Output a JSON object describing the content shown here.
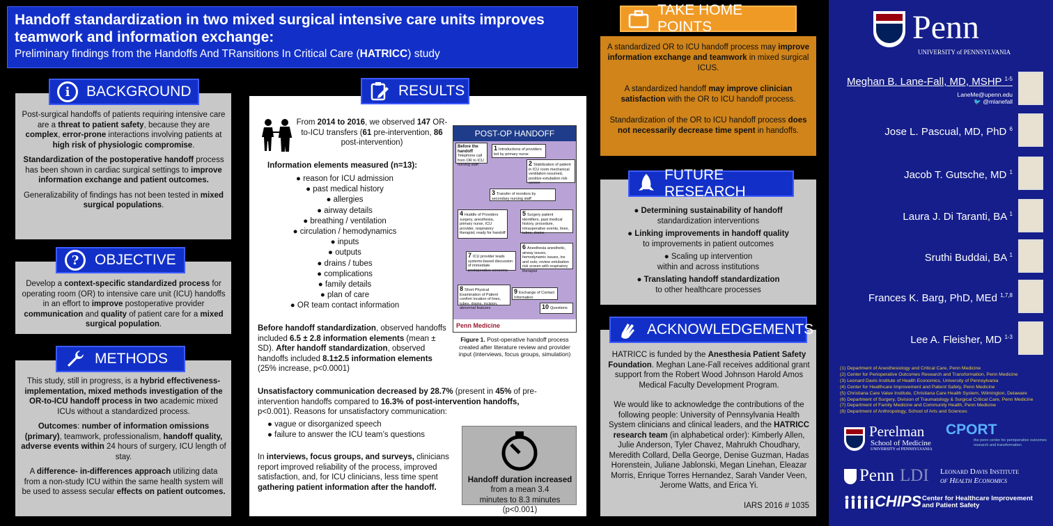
{
  "title": {
    "line": "Handoff standardization in two mixed surgical intensive care units improves teamwork and information exchange:",
    "subtitle_pre": "Preliminary findings from the Handoffs And TRansitions In Critical Care (",
    "subtitle_bold": "HATRICC",
    "subtitle_post": ") study"
  },
  "background": {
    "heading": "BACKGROUND",
    "p1_a": "Post-surgical handoffs of patients requiring intensive care are a ",
    "p1_b": "threat to patient safety",
    "p1_c": ", because they are ",
    "p1_d": "complex",
    "p1_e": ", ",
    "p1_f": "error-prone",
    "p1_g": " interactions involving patients at ",
    "p1_h": "high risk of physiologic compromise",
    "p1_i": ".",
    "p2_a": "Standardization of the postoperative handoff",
    "p2_b": " process has been shown in cardiac surgical settings to ",
    "p2_c": "improve information exchange and patient outcomes.",
    "p3_a": "Generalizability of findings has not been tested in ",
    "p3_b": "mixed surgical populations",
    "p3_c": "."
  },
  "objective": {
    "heading": "OBJECTIVE",
    "a": "Develop a ",
    "b": "context-specific standardized process",
    "c": " for operating room (OR) to intensive care unit (ICU) handoffs in an effort to ",
    "d": "improve",
    "e": " postoperative provider ",
    "f": "communication",
    "g": " and ",
    "h": "quality",
    "i": " of patient care for a ",
    "j": "mixed surgical population",
    "k": "."
  },
  "methods": {
    "heading": "METHODS",
    "p1_a": "This study, still in progress, is a ",
    "p1_b": "hybrid effectiveness-implementation, mixed methods investigation of the OR-to-ICU handoff process in two",
    "p1_c": " academic mixed ICUs without a standardized process.",
    "p2_a": "Outcomes",
    "p2_b": ": ",
    "p2_c": "number of information omissions (primary)",
    "p2_d": ", teamwork, professionalism, ",
    "p2_e": "handoff quality, adverse events within",
    "p2_f": " 24 hours of surgery, ICU length of stay.",
    "p3_a": "A ",
    "p3_b": "difference- in-differences approach",
    "p3_c": " utilizing data from a non-study ICU within the same health system will be used to assess secular ",
    "p3_d": "effects on patient outcomes."
  },
  "results": {
    "heading": "RESULTS",
    "intro_a": "From ",
    "intro_b": "2014 to 2016",
    "intro_c": ", we observed ",
    "intro_d": "147",
    "intro_e": " OR-to-ICU transfers (",
    "intro_f": "61",
    "intro_g": " pre-intervention, ",
    "intro_h": "86",
    "intro_i": " post-intervention)",
    "info_heading": "Information elements measured (n=13):",
    "info_items": [
      "reason for ICU admission",
      "past medical history",
      "allergies",
      "airway details",
      "breathing / ventilation",
      "circulation / hemodynamics",
      "inputs",
      "outputs",
      "drains / tubes",
      "complications",
      "family details",
      "plan of care",
      "OR team contact information"
    ],
    "before_a": "Before handoff standardization",
    "before_b": ", observed handoffs included ",
    "before_c": "6.5 ± 2.8 information elements",
    "before_d": " (mean ± SD). ",
    "before_e": "After handoff standardization",
    "before_f": ", observed handoffs included ",
    "before_g": "8.1±2.5  information elements",
    "before_h": " (25% increase, p<0.0001)",
    "unsat_a": "Unsatisfactory communication decreased by 28.7%",
    "unsat_b": " (present in ",
    "unsat_c": "45%",
    "unsat_d": " of pre-intervention handoffs compared to ",
    "unsat_e": "16.3% of post-intervention handoffs,",
    "unsat_f": " p<0.001). Reasons for unsatisfactory communication:",
    "reasons": [
      "vague or disorganized speech",
      "failure to answer the ICU team’s questions"
    ],
    "interviews_a": "In ",
    "interviews_b": "interviews, focus groups, and surveys,",
    "interviews_c": " clinicians report improved reliability of the process, improved satisfaction, and, for ICU clinicians, less time spent ",
    "interviews_d": "gathering patient information after the handoff.",
    "duration_title": "Handoff duration increased",
    "duration_text": "from a mean 3.4 minutes to 8.3 minutes (p<0.001)",
    "figure_caption_a": "Figure 1.",
    "figure_caption_b": " Post-operative handoff process created after literature review and provider input (interviews, focus groups, simulation)"
  },
  "flow": {
    "title": "POST-OP HANDOFF PROCESS",
    "before": "Before the handoff",
    "before_sub": "Telephone call from OR to ICU nursing staff",
    "steps": [
      {
        "n": "1",
        "t": "Introductions of providers led by primary nurse"
      },
      {
        "n": "2",
        "t": "Stabilization of patient in ICU room mechanical ventilation resumed, positive extubation risk screen"
      },
      {
        "n": "3",
        "t": "Transfer of monitors by secondary nursing staff"
      },
      {
        "n": "4",
        "t": "Huddle of Providers surgery, anesthesia, primary nurse, ICU provider, respiratory therapist; ready for handoff"
      },
      {
        "n": "5",
        "t": "Surgery patient identifiers, past medical history, procedure, intraoperative events, lines, tubes, drains"
      },
      {
        "n": "6",
        "t": "Anesthesia anesthetic, airway issues, hemodynamic issues, ins and outs; review extubation risk screen with respiratory therapist"
      },
      {
        "n": "7",
        "t": "ICU provider leads systems-based discussion of immediate postoperative concerns"
      },
      {
        "n": "8",
        "t": "Short Physical Examination of Patient confirm location of lines, tubes, drains, incision, abnormal features"
      },
      {
        "n": "9",
        "t": "Exchange of Contact Information"
      },
      {
        "n": "10",
        "t": "Questions"
      }
    ],
    "footer": "Penn Medicine"
  },
  "take_home": {
    "heading": "TAKE HOME POINTS",
    "p1_a": "A standardized OR to ICU handoff process may ",
    "p1_b": "improve information exchange and teamwork",
    "p1_c": " in mixed surgical ICUS.",
    "p2_a": "A standardized handoff ",
    "p2_b": "may improve clinician satisfaction",
    "p2_c": " with the OR to ICU handoff process.",
    "p3_a": "Standardization of the OR to ICU handoff process ",
    "p3_b": "does not necessarily decrease time spent",
    "p3_c": " in handoffs."
  },
  "future": {
    "heading": "FUTURE RESEARCH",
    "items": [
      {
        "bold": "Determining sustainability of handoff",
        "rest": "standardization interventions",
        "lead": "● "
      },
      {
        "bold": "Linking improvements in handoff quality",
        "rest": "to improvements in patient outcomes",
        "lead": "● "
      },
      {
        "bold": "",
        "rest": "Scaling up intervention within and across institutions",
        "lead": "● "
      },
      {
        "bold": "Translating handoff standardization",
        "rest": "to other healthcare processes",
        "lead": "● "
      }
    ]
  },
  "ack": {
    "heading": "ACKNOWLEDGEMENTS",
    "p1_a": "HATRICC is funded by the ",
    "p1_b": "Anesthesia Patient Safety Foundation",
    "p1_c": ".  Meghan Lane-Fall receives additional grant support from the Robert Wood Johnson Harold Amos Medical Faculty Development Program.",
    "p2_a": "We would like to acknowledge the contributions of the following people: University of Pennsylvania Health System clinicians and clinical leaders, and the ",
    "p2_b": "HATRICC research team",
    "p2_c": " (in alphabetical order): Kimberly Allen, Julie Anderson, Tyler Chavez, Mahrukh Choudhary, Meredith Collard, Della George, Denise Guzman, Hadas Horenstein, Juliane Jablonski, Megan Linehan, Eleazar Morris, Enrique Torres Hernandez, Sarah Vander Veen, Jerome Watts, and Erica Yi.",
    "id": "IARS 2016 # 1035"
  },
  "penn": {
    "name": "Penn",
    "univ": "UNIVERSITY of PENNSYLVANIA"
  },
  "authors": [
    {
      "name": "Meghan B. Lane-Fall, MD, MSHP",
      "sup": "1-5"
    },
    {
      "name": "Jose L. Pascual, MD, PhD",
      "sup": "6"
    },
    {
      "name": "Jacob T. Gutsche, MD",
      "sup": "1"
    },
    {
      "name": "Laura J. Di Taranti, BA",
      "sup": "1"
    },
    {
      "name": "Sruthi Buddai, BA",
      "sup": "1"
    },
    {
      "name": "Frances K. Barg, PhD, MEd",
      "sup": "1,7,8"
    },
    {
      "name": "Lee A. Fleisher, MD",
      "sup": "1-3"
    }
  ],
  "contact": {
    "email": "LaneMe@upenn.edu",
    "twitter": "@mlanefall"
  },
  "affiliations": [
    "(1) Department of Anesthesiology and Critical Care, Penn Medicine",
    "(2) Center for Perioperative Outcomes Research and Transformation, Penn Medicine",
    "(3) Leonard Davis Institute of Health Economics, University of Pennsylvania",
    "(4) Center for Healthcare Improvement and Patient Safety, Penn Medicine",
    "(5) Christiana Care Value Institute, Christiana Care Health System, Wilmington, Delaware",
    "(6) Department of Surgery, Division of Traumatology & Surgical Critical Care, Penn Medicine",
    "(7) Department of Family Medicine and Community Health, Penn Medicine",
    "(8) Department of Anthropology, School of Arts and Sciences"
  ],
  "logos": {
    "perelman1": "Perelman",
    "perelman2": "School of Medicine",
    "perelman3": "UNIVERSITY of PENNSYLVANIA",
    "cport": "CPORT",
    "cport_sub": "the penn center for perioperative outcomes research and transformation",
    "ldi_penn": "Penn",
    "ldi": "LDI",
    "ldi_name1": "Leonard Davis Institute",
    "ldi_name2": "of Health Economics",
    "chips": "CHIPS",
    "chips_name": "Center for Healthcare Improvement and Patient Safety"
  },
  "colors": {
    "blue": "#1230c8",
    "navy": "#151e8a",
    "orange": "#d0841a",
    "gray": "#c8c8c8",
    "gold": "#f0d040"
  },
  "icons": [
    "info-icon",
    "question-icon",
    "wrench-icon",
    "clipboard-pencil-icon",
    "people-icon",
    "stopwatch-icon",
    "briefcase-icon",
    "rocket-icon",
    "clapping-hands-icon",
    "twitter-icon"
  ]
}
